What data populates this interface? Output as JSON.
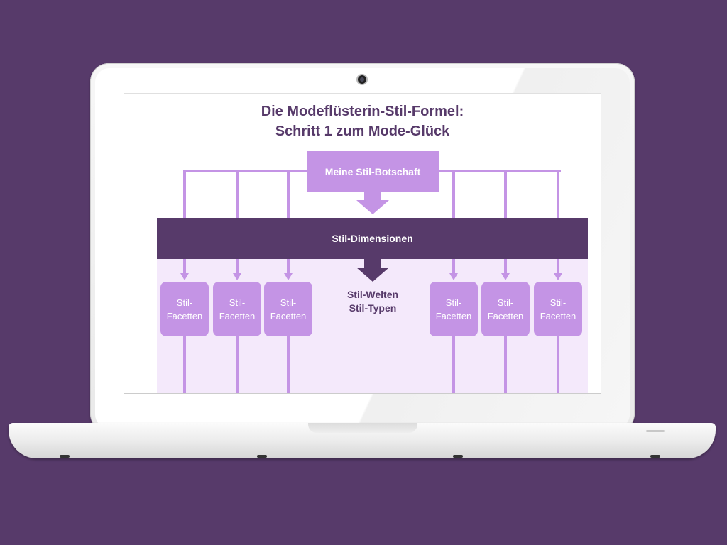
{
  "diagram": {
    "title_line1": "Die Modeflüsterin-Stil-Formel:",
    "title_line2": "Schritt 1 zum Mode-Glück",
    "top_box": "Meine Stil-Botschaft",
    "band": "Stil-Dimensionen",
    "center_line1": "Stil-Welten",
    "center_line2": "Stil-Typen",
    "facets": [
      {
        "line1": "Stil-",
        "line2": "Facetten"
      },
      {
        "line1": "Stil-",
        "line2": "Facetten"
      },
      {
        "line1": "Stil-",
        "line2": "Facetten"
      },
      {
        "line1": "Stil-",
        "line2": "Facetten"
      },
      {
        "line1": "Stil-",
        "line2": "Facetten"
      },
      {
        "line1": "Stil-",
        "line2": "Facetten"
      }
    ]
  },
  "colors": {
    "background": "#573a6a",
    "title": "#573a6a",
    "accent_light": "#c494e5",
    "band_dark": "#573a6a",
    "lower_panel": "#f4e9fb"
  }
}
